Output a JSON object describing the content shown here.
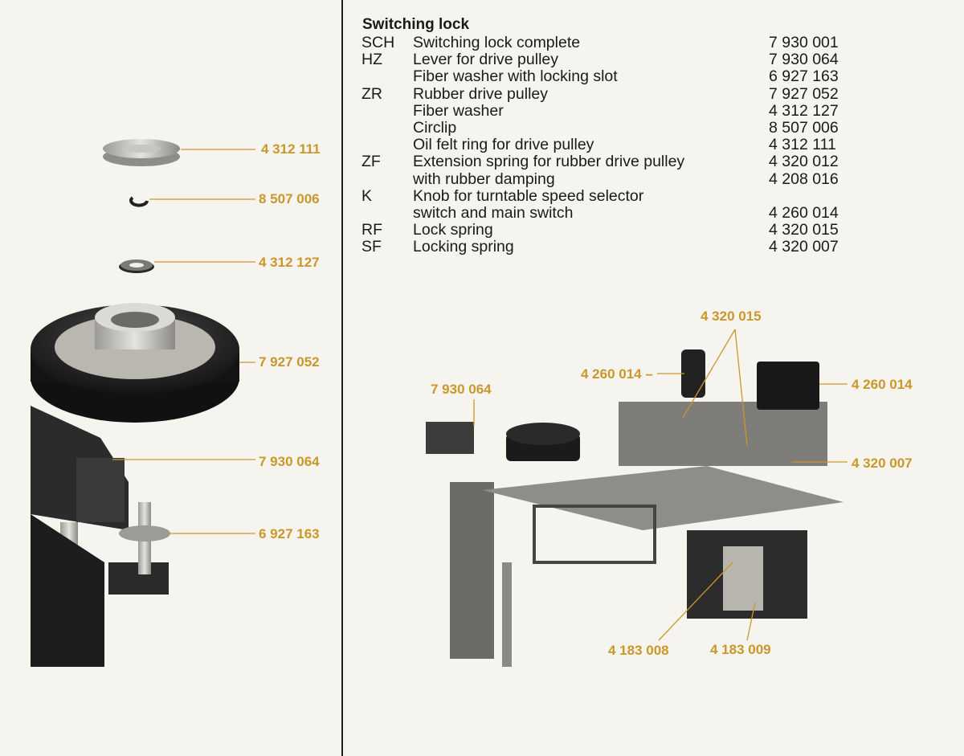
{
  "section_title": "Switching lock",
  "parts": [
    {
      "code": "SCH",
      "description": "Switching lock complete",
      "number": "7 930 001"
    },
    {
      "code": "HZ",
      "description": "Lever for drive pulley",
      "number": "7 930 064"
    },
    {
      "code": "",
      "description": "Fiber washer with locking slot",
      "number": "6 927 163"
    },
    {
      "code": "ZR",
      "description": "Rubber drive pulley",
      "number": "7 927 052"
    },
    {
      "code": "",
      "description": "Fiber washer",
      "number": "4 312 127"
    },
    {
      "code": "",
      "description": "Circlip",
      "number": "8 507 006"
    },
    {
      "code": "",
      "description": "Oil felt ring for drive pulley",
      "number": "4 312 111"
    },
    {
      "code": "ZF",
      "description": "Extension spring for rubber drive pulley",
      "number": "4 320 012"
    },
    {
      "code": "",
      "description": "with rubber damping",
      "number": "4 208 016"
    },
    {
      "code": "K",
      "description": "Knob for turntable speed selector",
      "number": ""
    },
    {
      "code": "",
      "description": "switch and main switch",
      "number": "4 260 014"
    },
    {
      "code": "RF",
      "description": "Lock spring",
      "number": "4 320 015"
    },
    {
      "code": "SF",
      "description": "Locking spring",
      "number": "4 320 007"
    }
  ],
  "left_callouts": {
    "felt_ring": "4 312 111",
    "circlip": "8 507 006",
    "fiber_washer": "4 312 127",
    "drive_pulley": "7 927 052",
    "lever": "7 930 064",
    "locking_washer": "6 927 163"
  },
  "right_callouts": {
    "lock_spring": "4 320 015",
    "knob_left": "4 260 014 –",
    "knob_right": "4 260 014",
    "lever": "7 930 064",
    "locking_spring": "4 320 007",
    "switch_a": "4 183 008",
    "switch_b": "4 183 009"
  },
  "colors": {
    "accent": "#c9972b",
    "paper": "#f6f4ee",
    "ink": "#1a1a1a"
  }
}
